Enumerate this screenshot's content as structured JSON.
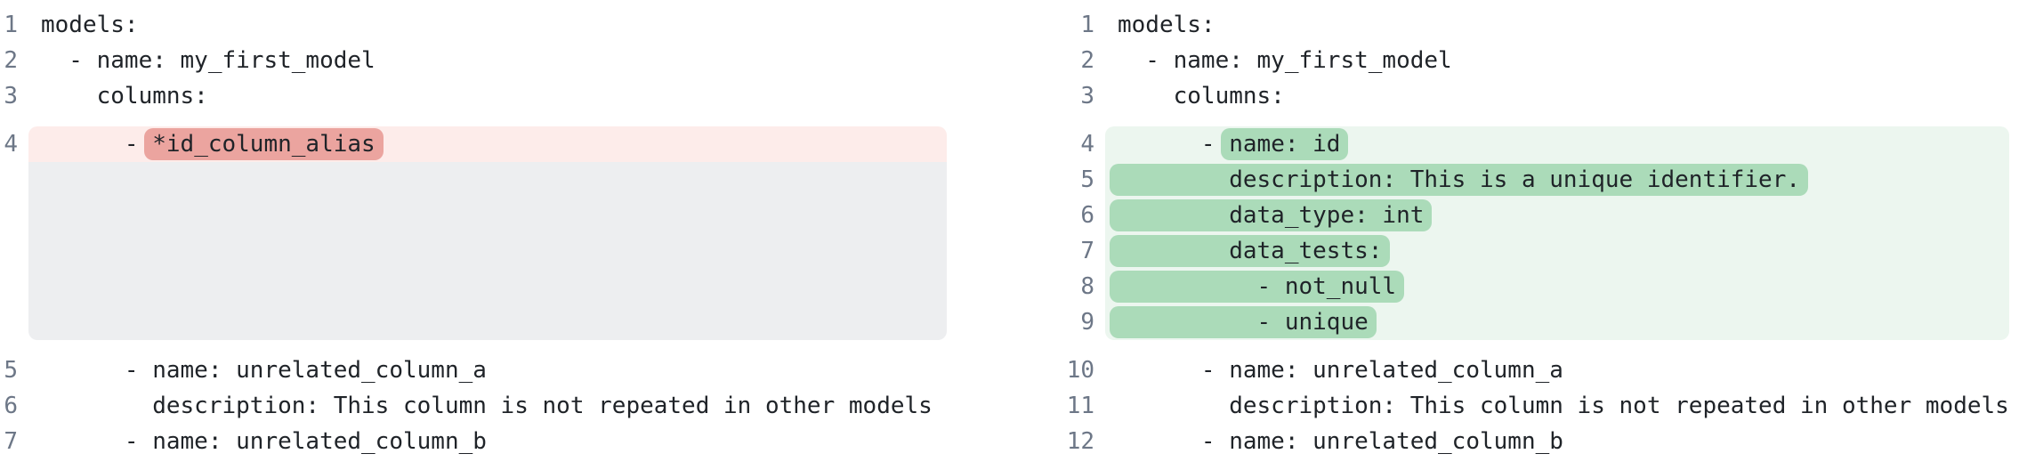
{
  "diff": {
    "language": "yaml",
    "colors": {
      "removed_line_bg": "#fdecea",
      "removed_token_bg": "#eba49f",
      "added_line_bg": "#ecf6ef",
      "added_token_bg": "#abdbb9",
      "filler_bg": "#edeef0",
      "line_number_color": "#6d7787",
      "code_text_color": "#1f2328"
    },
    "left": {
      "lines": [
        {
          "num": "1",
          "pre": "models:"
        },
        {
          "num": "2",
          "pre": "  - name: my_first_model"
        },
        {
          "num": "3",
          "pre": "    columns:"
        },
        {
          "num": "4",
          "pre": "      - ",
          "hl": "*id_column_alias",
          "change": "removed"
        },
        {
          "num": "5",
          "pre": "      - name: unrelated_column_a"
        },
        {
          "num": "6",
          "pre": "        description: This column is not repeated in other models"
        },
        {
          "num": "7",
          "pre": "      - name: unrelated_column_b"
        }
      ]
    },
    "right": {
      "lines": [
        {
          "num": "1",
          "pre": "models:"
        },
        {
          "num": "2",
          "pre": "  - name: my_first_model"
        },
        {
          "num": "3",
          "pre": "    columns:"
        },
        {
          "num": "4",
          "pre": "      - ",
          "hl": "name: id",
          "change": "added"
        },
        {
          "num": "5",
          "pre": "",
          "hl": "        description: This is a unique identifier.",
          "change": "added"
        },
        {
          "num": "6",
          "pre": "",
          "hl": "        data_type: int",
          "change": "added"
        },
        {
          "num": "7",
          "pre": "",
          "hl": "        data_tests:",
          "change": "added"
        },
        {
          "num": "8",
          "pre": "",
          "hl": "          - not_null",
          "change": "added"
        },
        {
          "num": "9",
          "pre": "",
          "hl": "          - unique",
          "change": "added"
        },
        {
          "num": "10",
          "pre": "      - name: unrelated_column_a"
        },
        {
          "num": "11",
          "pre": "        description: This column is not repeated in other models"
        },
        {
          "num": "12",
          "pre": "      - name: unrelated_column_b"
        }
      ]
    }
  }
}
